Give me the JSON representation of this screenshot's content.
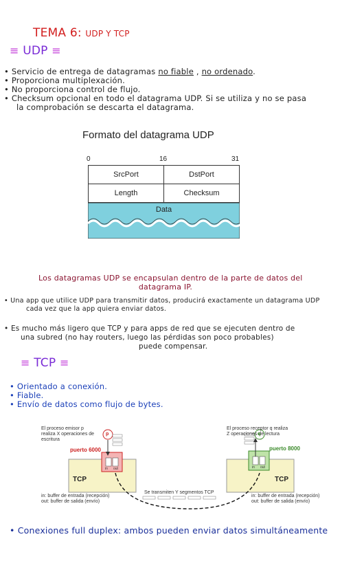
{
  "title": {
    "main": "TEMA 6:",
    "sub": "UDP Y TCP"
  },
  "udp": {
    "heading": "UDP",
    "bullets": [
      {
        "text": "Servicio de entrega de datagramas ",
        "u1": "no fiable",
        "mid": " , ",
        "u2": "no ordenado",
        "end": "."
      },
      {
        "text": "Proporciona multiplexación."
      },
      {
        "text": "No proporciona control de flujo."
      },
      {
        "text": "Checksum opcional en todo el datagrama UDP. Si se utiliza y no se pasa"
      },
      {
        "text": "la comprobación se descarta el datagrama."
      }
    ],
    "figure": {
      "title": "Formato del datagrama UDP",
      "ticks": [
        "0",
        "16",
        "31"
      ],
      "fields": {
        "src": "SrcPort",
        "dst": "DstPort",
        "len": "Length",
        "chk": "Checksum",
        "data": "Data"
      }
    },
    "encap_line1": "Los datagramas UDP se encapsulan dentro de la parte de datos del",
    "encap_line2": "datagrama IP.",
    "note1_line1": "Una app que utilice UDP para transmitir datos, producirá exactamente un datagrama UDP",
    "note1_line2": "cada vez que la app quiera enviar datos.",
    "note2_line1": "Es mucho más ligero que TCP y para apps de red que se ejecuten dentro de",
    "note2_line2": "una subred (no hay routers, luego las pérdidas son poco probables)",
    "note2_line3": "puede compensar."
  },
  "tcp": {
    "heading": "TCP",
    "bullets": [
      "Orientado a conexión.",
      "Fiable.",
      "Envío de datos como flujo de bytes."
    ],
    "diagram": {
      "left_caption_1": "El proceso emisor p",
      "left_caption_2": "realiza X operaciones de",
      "left_caption_3": "escritura",
      "right_caption_1": "El proceso receptor q realiza",
      "right_caption_2": "Z operaciones de lectura",
      "left_port": "puerto 6000",
      "right_port": "puerto 8000",
      "p": "p",
      "q": "q",
      "tcp_label": "TCP",
      "in": "in",
      "out": "out",
      "legend_in": "in: buffer de entrada (recepción)",
      "legend_out": "out: buffer de salida (envío)",
      "segments": "Se transmiten Y segmentos TCP"
    },
    "full_duplex": "Conexiones full duplex: ambos pueden enviar datos simultáneamente"
  }
}
